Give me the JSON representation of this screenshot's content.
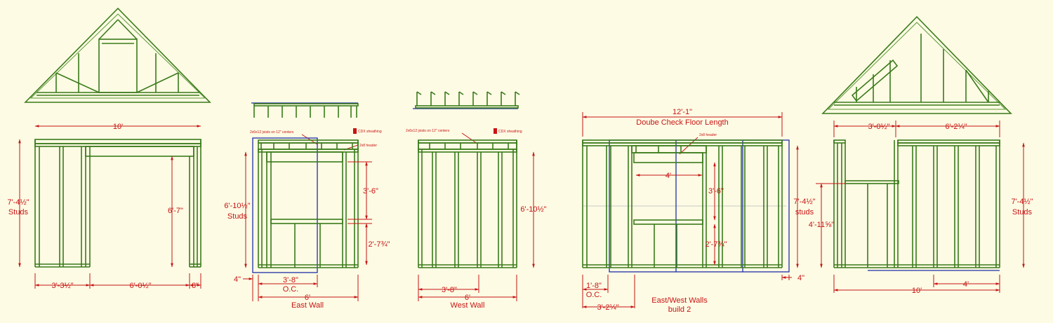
{
  "roof_truss_left": {
    "name": "truss-left"
  },
  "front_wall": {
    "width": "10'",
    "height_label": "7'-4½\"",
    "height_note": "Studs",
    "door_height": "6'-7\"",
    "seg1": "3'-3½\"",
    "seg2": "6'-0½\"",
    "seg3": "8\""
  },
  "east_wall": {
    "joist_note": "2x6x12 joists on 12\" centers",
    "cdx_note": "CDX sheathing",
    "header_note": "2x8 header",
    "height_label": "6'-10½\"",
    "height_note": "Studs",
    "window_height": "3'-6\"",
    "sill_height": "2'-7¾\"",
    "offset": "4\"",
    "oc": "3'-8\"",
    "oc_note": "O.C.",
    "width": "6'",
    "title": "East Wall"
  },
  "west_wall": {
    "joist_note": "2x6x12 joists on 12\" centers",
    "cdx_note": "CDX sheathing",
    "height_label": "6'-10½\"",
    "oc": "3'-8\"",
    "width": "6'",
    "title": "West Wall"
  },
  "east_west_walls": {
    "length": "12'-1\"",
    "length_note": "Doube Check Floor Length",
    "header_note": "2x8 header",
    "window_width": "4'",
    "window_height": "3'-6\"",
    "sill_height": "2'-7¾\"",
    "height_label": "7'-4½\"",
    "height_note": "studs",
    "oc": "1'-8\"",
    "oc_note": "O.C.",
    "seg": "3'-2¼\"",
    "offset": "4\"",
    "title": "East/West Walls",
    "subtitle": "build 2"
  },
  "back_wall": {
    "seg1": "3'-0½\"",
    "seg2": "6'-2¼\"",
    "height_label": "7'-4½\"",
    "height_note": "Studs",
    "low_height": "4'-11⅝\"",
    "width": "10'",
    "seg3": "4'"
  },
  "colors": {
    "framing": "#3a7a1a",
    "dimension": "#c81414",
    "sheathing": "#1f2fa8",
    "background": "#fdfbe4"
  }
}
